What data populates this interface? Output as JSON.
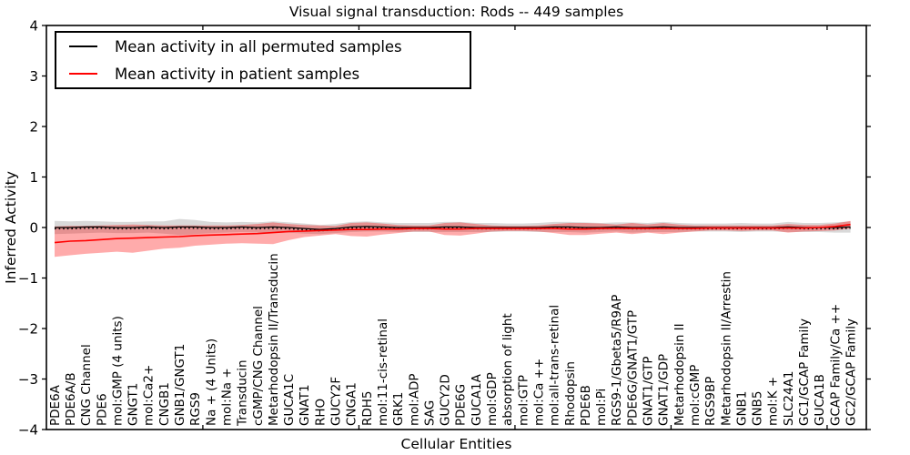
{
  "title": "Visual signal transduction: Rods -- 449 samples",
  "legend": {
    "entries": [
      {
        "label": "Mean activity in all permuted samples",
        "color": "#000000"
      },
      {
        "label": "Mean activity in patient samples",
        "color": "#ff0000"
      }
    ]
  },
  "colors": {
    "permuted_line": "#000000",
    "permuted_band": "#808080",
    "patient_line": "#ff0000",
    "patient_band": "#ff0000",
    "frame": "#000000"
  },
  "chart_data": {
    "type": "line",
    "title": "Visual signal transduction: Rods -- 449 samples",
    "xlabel": "Cellular Entities",
    "ylabel": "Inferred Activity",
    "ylim": [
      -4,
      4
    ],
    "yticks": [
      4,
      3,
      2,
      1,
      0,
      -1,
      -2,
      -3,
      -4
    ],
    "xticks": [
      10,
      20,
      30,
      40,
      50
    ],
    "grid": false,
    "legend_position": "upper left",
    "categories": [
      "PDE6A",
      "PDE6A/B",
      "CNG Channel",
      "PDE6",
      "mol:GMP (4 units)",
      "GNGT1",
      "mol:Ca2+",
      "CNGB1",
      "GNB1/GNGT1",
      "RGS9",
      "Na + (4 Units)",
      "mol:Na +",
      "Transducin",
      "cGMP/CNG Channel",
      "Metarhodopsin II/Transducin",
      "GUCA1C",
      "GNAT1",
      "RHO",
      "GUCY2F",
      "CNGA1",
      "RDH5",
      "mol:11-cis-retinal",
      "GRK1",
      "mol:ADP",
      "SAG",
      "GUCY2D",
      "PDE6G",
      "GUCA1A",
      "mol:GDP",
      "absorption of light",
      "mol:GTP",
      "mol:Ca ++",
      "mol:all-trans-retinal",
      "Rhodopsin",
      "PDE6B",
      "mol:Pi",
      "RGS9-1/Gbeta5/R9AP",
      "PDE6G/GNAT1/GTP",
      "GNAT1/GTP",
      "GNAT1/GDP",
      "Metarhodopsin II",
      "mol:cGMP",
      "RGS9BP",
      "Metarhodopsin II/Arrestin",
      "GNB1",
      "GNB5",
      "mol:K +",
      "SLC24A1",
      "GC1/GCAP Family",
      "GUCA1B",
      "GCAP Family/Ca ++",
      "GC2/GCAP Family"
    ],
    "series": [
      {
        "name": "Mean activity in all permuted samples",
        "color": "#000000",
        "values": [
          0.0,
          0.0,
          0.01,
          0.01,
          0.0,
          0.0,
          0.01,
          0.0,
          0.01,
          0.01,
          0.0,
          0.0,
          0.01,
          0.0,
          0.01,
          0.0,
          -0.02,
          -0.04,
          -0.02,
          0.01,
          0.02,
          0.01,
          0.0,
          0.0,
          0.0,
          0.01,
          0.01,
          0.0,
          0.0,
          0.0,
          0.0,
          0.0,
          0.01,
          0.01,
          0.0,
          0.0,
          0.01,
          0.0,
          0.0,
          0.01,
          0.0,
          0.0,
          0.0,
          0.0,
          0.0,
          0.0,
          0.0,
          0.01,
          0.0,
          0.0,
          0.0,
          0.01
        ],
        "band_hi": [
          0.13,
          0.12,
          0.13,
          0.12,
          0.11,
          0.11,
          0.12,
          0.12,
          0.17,
          0.15,
          0.11,
          0.1,
          0.11,
          0.1,
          0.12,
          0.1,
          0.08,
          0.05,
          0.07,
          0.11,
          0.12,
          0.1,
          0.09,
          0.09,
          0.09,
          0.11,
          0.11,
          0.09,
          0.09,
          0.08,
          0.08,
          0.09,
          0.11,
          0.11,
          0.1,
          0.09,
          0.1,
          0.1,
          0.09,
          0.11,
          0.09,
          0.08,
          0.08,
          0.08,
          0.09,
          0.08,
          0.08,
          0.11,
          0.09,
          0.09,
          0.1,
          0.12
        ],
        "band_lo": [
          -0.13,
          -0.12,
          -0.11,
          -0.1,
          -0.11,
          -0.11,
          -0.1,
          -0.12,
          -0.15,
          -0.13,
          -0.11,
          -0.1,
          -0.09,
          -0.1,
          -0.1,
          -0.1,
          -0.12,
          -0.13,
          -0.11,
          -0.09,
          -0.08,
          -0.08,
          -0.09,
          -0.09,
          -0.09,
          -0.09,
          -0.09,
          -0.09,
          -0.09,
          -0.08,
          -0.08,
          -0.09,
          -0.09,
          -0.09,
          -0.1,
          -0.09,
          -0.08,
          -0.1,
          -0.09,
          -0.09,
          -0.09,
          -0.08,
          -0.08,
          -0.08,
          -0.09,
          -0.08,
          -0.08,
          -0.09,
          -0.09,
          -0.09,
          -0.1,
          -0.1
        ]
      },
      {
        "name": "Mean activity in patient samples",
        "color": "#ff0000",
        "values": [
          -0.3,
          -0.27,
          -0.26,
          -0.24,
          -0.22,
          -0.21,
          -0.2,
          -0.19,
          -0.18,
          -0.16,
          -0.15,
          -0.14,
          -0.13,
          -0.12,
          -0.1,
          -0.08,
          -0.07,
          -0.06,
          -0.05,
          -0.04,
          -0.04,
          -0.03,
          -0.03,
          -0.02,
          -0.02,
          -0.03,
          -0.03,
          -0.02,
          -0.02,
          -0.02,
          -0.02,
          -0.02,
          -0.02,
          -0.03,
          -0.03,
          -0.02,
          -0.02,
          -0.02,
          -0.02,
          -0.02,
          -0.02,
          -0.02,
          -0.01,
          -0.01,
          -0.01,
          -0.01,
          -0.01,
          -0.01,
          -0.01,
          0.0,
          0.02,
          0.06
        ],
        "band_hi": [
          0.02,
          0.03,
          0.03,
          0.04,
          0.05,
          0.06,
          0.05,
          0.04,
          0.04,
          0.04,
          0.04,
          0.04,
          0.05,
          0.07,
          0.1,
          0.07,
          0.05,
          0.04,
          0.03,
          0.09,
          0.1,
          0.08,
          0.05,
          0.04,
          0.04,
          0.09,
          0.1,
          0.07,
          0.04,
          0.03,
          0.03,
          0.04,
          0.07,
          0.09,
          0.09,
          0.08,
          0.06,
          0.09,
          0.06,
          0.09,
          0.06,
          0.04,
          0.04,
          0.04,
          0.04,
          0.04,
          0.04,
          0.07,
          0.05,
          0.05,
          0.08,
          0.13
        ],
        "band_lo": [
          -0.58,
          -0.55,
          -0.52,
          -0.5,
          -0.48,
          -0.5,
          -0.46,
          -0.42,
          -0.4,
          -0.36,
          -0.34,
          -0.32,
          -0.31,
          -0.32,
          -0.33,
          -0.25,
          -0.19,
          -0.16,
          -0.13,
          -0.17,
          -0.18,
          -0.14,
          -0.11,
          -0.08,
          -0.08,
          -0.15,
          -0.16,
          -0.12,
          -0.08,
          -0.07,
          -0.07,
          -0.08,
          -0.11,
          -0.15,
          -0.15,
          -0.12,
          -0.1,
          -0.13,
          -0.1,
          -0.13,
          -0.1,
          -0.08,
          -0.06,
          -0.06,
          -0.07,
          -0.06,
          -0.06,
          -0.1,
          -0.08,
          -0.07,
          -0.06,
          -0.02
        ]
      }
    ]
  }
}
